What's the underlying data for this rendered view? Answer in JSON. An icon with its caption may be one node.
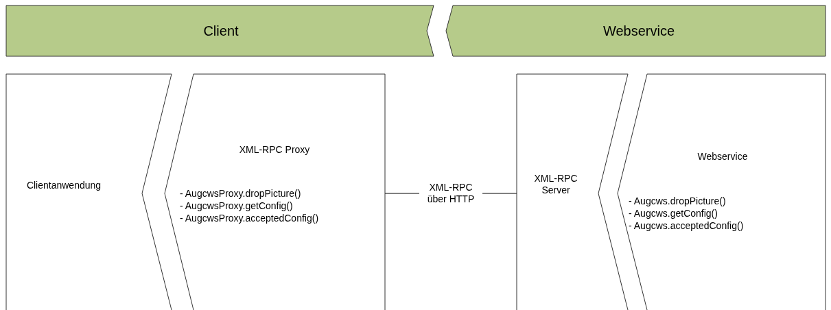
{
  "diagram": {
    "nodes": [
      {
        "text": [
          "Client"
        ]
      },
      {
        "text": [
          "Webservice"
        ]
      },
      {
        "text": [
          "Clientanwendung"
        ]
      },
      {
        "text": [
          "XML-RPC Proxy",
          "- AugcwsProxy.dropPicture()",
          "- AugcwsProxy.getConfig()",
          "- AugcwsProxy.acceptedConfig()"
        ]
      },
      {
        "text": [
          "XML-RPC Server"
        ]
      },
      {
        "text": [
          "Webservice",
          "- Augcws.dropPicture()",
          "- Augcws.getConfig()",
          "- Augcws.acceptedConfig()"
        ]
      }
    ],
    "edges": [
      {
        "from": 3,
        "to": 4,
        "arrow": "none",
        "label": "XML-RPC über HTTP"
      }
    ]
  }
}
